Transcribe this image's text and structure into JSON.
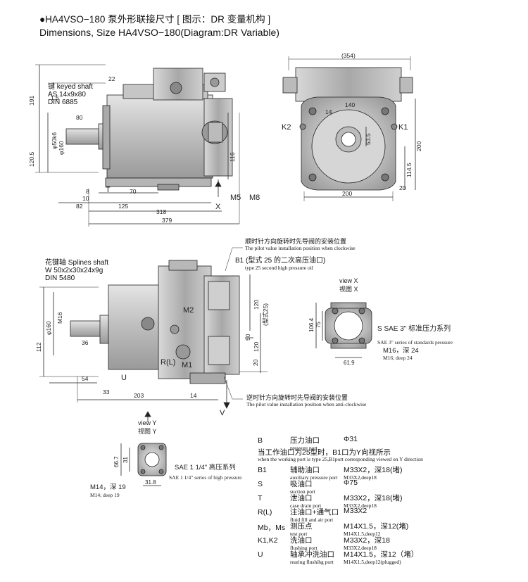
{
  "header": {
    "title_cn": "●HA4VSO−180 泵外形联接尺寸 [ 图示：DR 变量机构 ]",
    "title_en": "Dimensions, Size HA4VSO−180(Diagram:DR Variable)"
  },
  "view1": {
    "keyed_shaft": "键 keyed shaft",
    "keyed_spec": "AS 14x9x80",
    "keyed_din": "DIN 6885",
    "dims": [
      "191",
      "22",
      "1.5",
      "80",
      "φ50k6",
      "φ160",
      "120.5",
      "116",
      "8",
      "10",
      "82",
      "70",
      "125",
      "318",
      "379"
    ],
    "ports": [
      "T",
      "M5",
      "M8",
      "X"
    ]
  },
  "view2": {
    "dims": [
      "(354)",
      "14",
      "140",
      "53.5",
      "200",
      "114.5",
      "20",
      "200"
    ],
    "ports": [
      "K2",
      "K1"
    ]
  },
  "view3": {
    "splines_shaft": "花键轴 Splines shaft",
    "splines_spec": "W 50x2x30x24x9g",
    "splines_din": "DIN 5480",
    "note_cw_cn": "顺时针方向旋转时先导阀的安装位置",
    "note_cw_en": "The pilot value installation position when clockwise",
    "b1_label": "B1 (型式 25 的二次高压油口)",
    "b1_en": "type 25 second high pressure oil",
    "note_acw_cn": "逆时针方向旋转时先导阀的安装位置",
    "note_acw_en": "The pilot value installation position when anti-clockwise",
    "dims": [
      "M16",
      "φ160",
      "36",
      "112",
      "54",
      "33",
      "203",
      "14",
      "120",
      "(型式25)",
      "120",
      "50",
      "20"
    ],
    "ports": [
      "M2",
      "R(L)",
      "M1",
      "U",
      "V"
    ]
  },
  "view_x": {
    "title_en": "view X",
    "title_cn": "视图 X",
    "dims": [
      "106.4",
      "75",
      "61.9"
    ],
    "s_label": "S  SAE 3\" 标准压力系列",
    "s_en": "SAE 3\"  series of standards pressure",
    "thread": "M16，深 24",
    "thread_en": "M16; deep 24"
  },
  "view_y": {
    "title_en": "view Y",
    "title_cn": "视图 Y",
    "dims": [
      "66.7",
      "31",
      "31.8"
    ],
    "sae": "SAE 1 1/4\" 高压系列",
    "sae_en": "SAE 1  1/4\"  series of high pressure",
    "thread": "M14，深 19",
    "thread_en": "M14; deep 19"
  },
  "table": {
    "rows": [
      {
        "port": "B",
        "name": "压力油口",
        "name_en": "pressure port",
        "spec": "Φ31",
        "spec_en": ""
      },
      {
        "port": "",
        "name": "当工作油口为25型时，B1口为Y向视所示",
        "name_en": "when the working port is type 25,B1port corresponding viewed on Y direction",
        "spec": "",
        "spec_en": ""
      },
      {
        "port": "B1",
        "name": "辅助油口",
        "name_en": "auxiliary pressure port",
        "spec": "M33X2，深18(堵)",
        "spec_en": "M33X2,deep18"
      },
      {
        "port": "S",
        "name": "吸油口",
        "name_en": "suction port",
        "spec": "Φ75",
        "spec_en": ""
      },
      {
        "port": "T",
        "name": "泄油口",
        "name_en": "case drain port",
        "spec": "M33X2，深18(堵)",
        "spec_en": "M33X2,deep18"
      },
      {
        "port": "R(L)",
        "name": "注油口+通气口",
        "name_en": "fluid fill and air port",
        "spec": "M33X2",
        "spec_en": ""
      },
      {
        "port": "Mb，Ms",
        "name": "测压点",
        "name_en": "test port",
        "spec": "M14X1.5，深12(堵)",
        "spec_en": "M14X1.5,deep12"
      },
      {
        "port": "K1,K2",
        "name": "洗油口",
        "name_en": "flushing port",
        "spec": "M33X2，深18",
        "spec_en": "M33X2,deep18"
      },
      {
        "port": "U",
        "name": "轴承冲洗油口",
        "name_en": "rearing flushihg port",
        "spec": "M14X1.5，深12（堵）",
        "spec_en": "M14X1.5,deep12(plugged)"
      }
    ]
  }
}
